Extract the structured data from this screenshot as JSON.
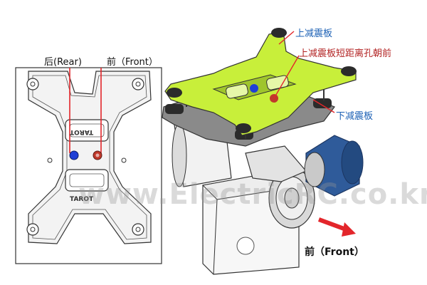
{
  "labels": {
    "rear": "后(Rear)",
    "front_top": "前（Front）",
    "upper_plate": "上减震板",
    "upper_plate_short_hole": "上减震板短距离孔朝前",
    "lower_plate": "下减震板",
    "front_bottom": "前（Front）"
  },
  "plate_text": {
    "top": "TAROT",
    "bottom": "TAROT"
  },
  "watermark": "www.ElectricRC.co.kr",
  "colors": {
    "plate_green": "#c8ef3a",
    "dot_blue": "#1f3fd6",
    "dot_red": "#c0392b",
    "marker_red": "#e3262b",
    "label_blue": "#1a5fb4",
    "motor_blue": "#2f5b9a"
  }
}
